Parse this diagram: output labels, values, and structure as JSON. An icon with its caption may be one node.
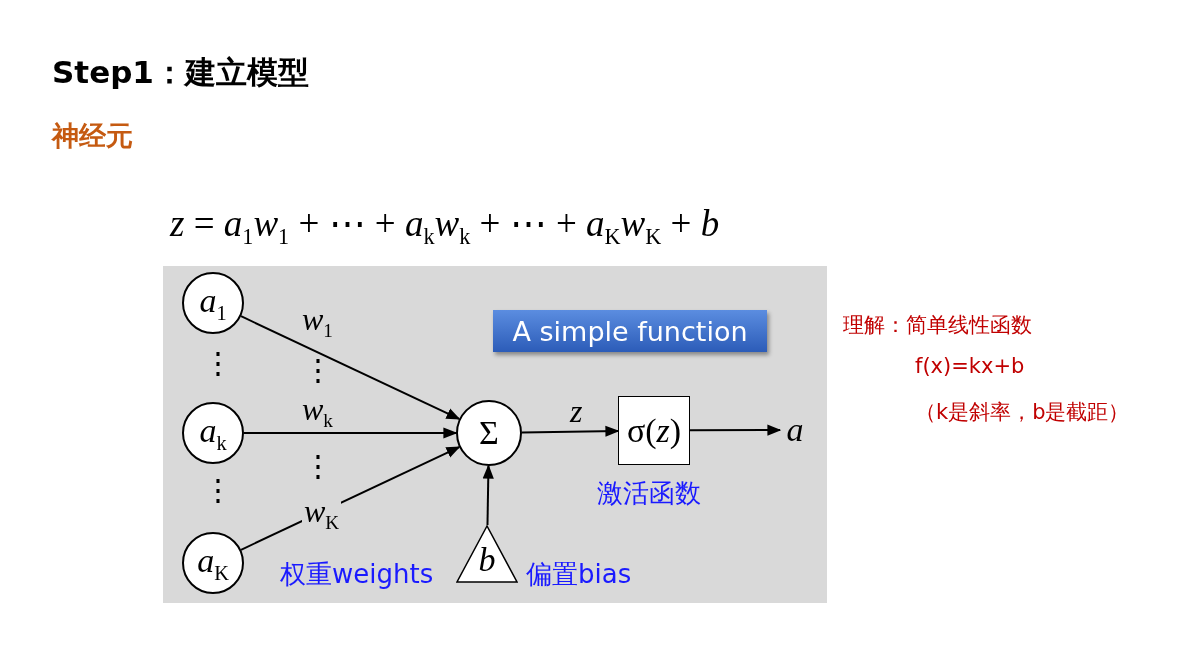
{
  "diagram": {
    "title": "Step1：建立模型",
    "nodes": [
      {
        "text": [
          "*a*$_{1}$"
        ]
      },
      {
        "text": [
          "*a*$_{k}$"
        ]
      },
      {
        "text": [
          "*a*$_{K}$"
        ]
      },
      {
        "text": [
          "Σ"
        ]
      },
      {
        "text": [
          "σ(*z*)"
        ],
        "beside": [
          "激活函数"
        ]
      },
      {
        "text": [
          "*b*"
        ],
        "beside": [
          "偏置bias"
        ]
      },
      {
        "text": [
          "*a*"
        ]
      },
      {
        "text": [
          "A simple function"
        ]
      }
    ],
    "edges": [
      {
        "from": 0,
        "to": 3,
        "arrow": "to",
        "label": "*w*$_{1}$"
      },
      {
        "from": 1,
        "to": 3,
        "arrow": "to",
        "label": "*w*$_{k}$"
      },
      {
        "from": 2,
        "to": 3,
        "arrow": "to",
        "label": "*w*$_{K}$"
      },
      {
        "from": 3,
        "to": 4,
        "arrow": "to",
        "label": "*z*"
      },
      {
        "from": 4,
        "to": 6,
        "arrow": "to"
      },
      {
        "from": 5,
        "to": 3,
        "arrow": "to"
      }
    ],
    "labels": [
      "神经元",
      "*z* = *a*$_{1}$*w*$_{1}$ + ⋯ + *a*$_{k}$*w*$_{k}$ + ⋯ + *a*$_{K}$*w*$_{K}$ + *b*",
      "⋮",
      "⋮",
      "⋮",
      "⋮",
      "权重weights",
      "理解：简单线性函数",
      "f(x)=kx+b",
      "（k是斜率，b是截距）"
    ]
  }
}
